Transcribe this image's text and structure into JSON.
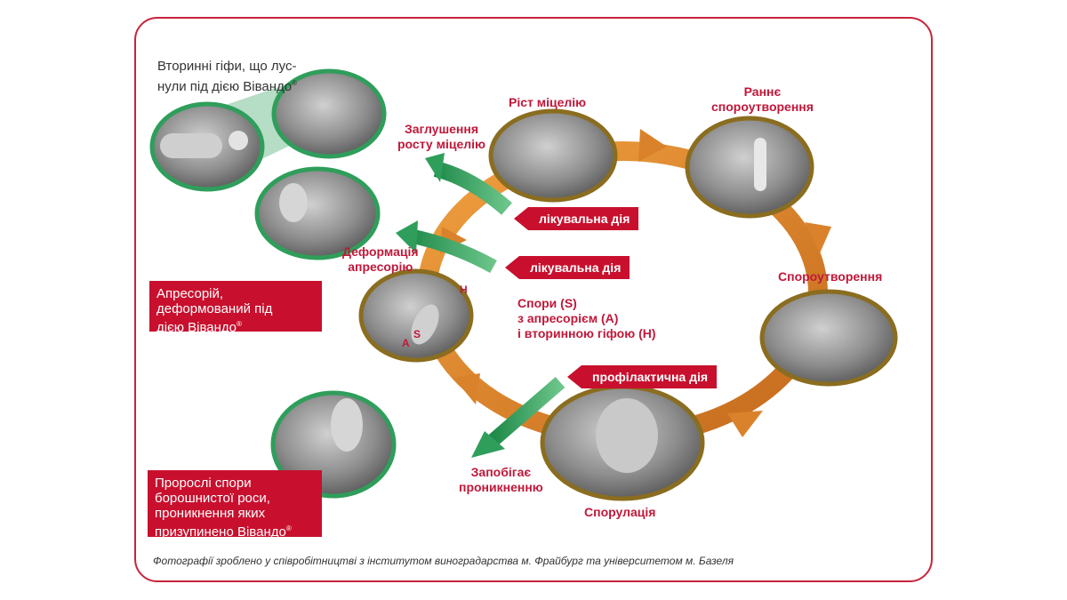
{
  "caption_top": {
    "line1": "Вторинні гіфи, що лус-",
    "line2": "нули під дією Вівандо",
    "mark": "®"
  },
  "stages": {
    "mycelium_growth": "Ріст міцелію",
    "early_sporulation_1": "Раннє",
    "early_sporulation_2": "спороутворення",
    "sporulation_formation": "Спороутворення",
    "sporulation": "Спорулація",
    "spores_1": "Спори (S)",
    "spores_2": "з апресорієм (A)",
    "spores_3": "і вторинною гіфою (H)"
  },
  "effects": {
    "suppression_1": "Заглушення",
    "suppression_2": "росту міцелію",
    "deformation_1": "Деформація",
    "deformation_2": "апресорію",
    "prevents_1": "Запобігає",
    "prevents_2": "проникненню"
  },
  "tags": {
    "curative_1": "лікувальна дія",
    "curative_2": "лікувальна дія",
    "preventive": "профілактична дія"
  },
  "markers": {
    "s": "S",
    "h": "H",
    "a": "A"
  },
  "boxes": {
    "appressorium": {
      "line1": "Апресорій,",
      "line2": "деформований під",
      "line3": "дією Вівандо",
      "mark": "®"
    },
    "germinated": {
      "line1": "Пророслі спори",
      "line2": "борошнистої роси,",
      "line3": "проникнення яких",
      "line4": "призупинено Вівандо",
      "mark": "®"
    }
  },
  "footer": "Фотографії зроблено у співробітництві з інститутом виноградарства м. Фрайбург та університетом м. Базеля",
  "colors": {
    "brand_red": "#c8102e",
    "cycle_orange": "#d9822b",
    "action_green": "#2f9e5b",
    "frame_gold": "#8a6d1f"
  }
}
